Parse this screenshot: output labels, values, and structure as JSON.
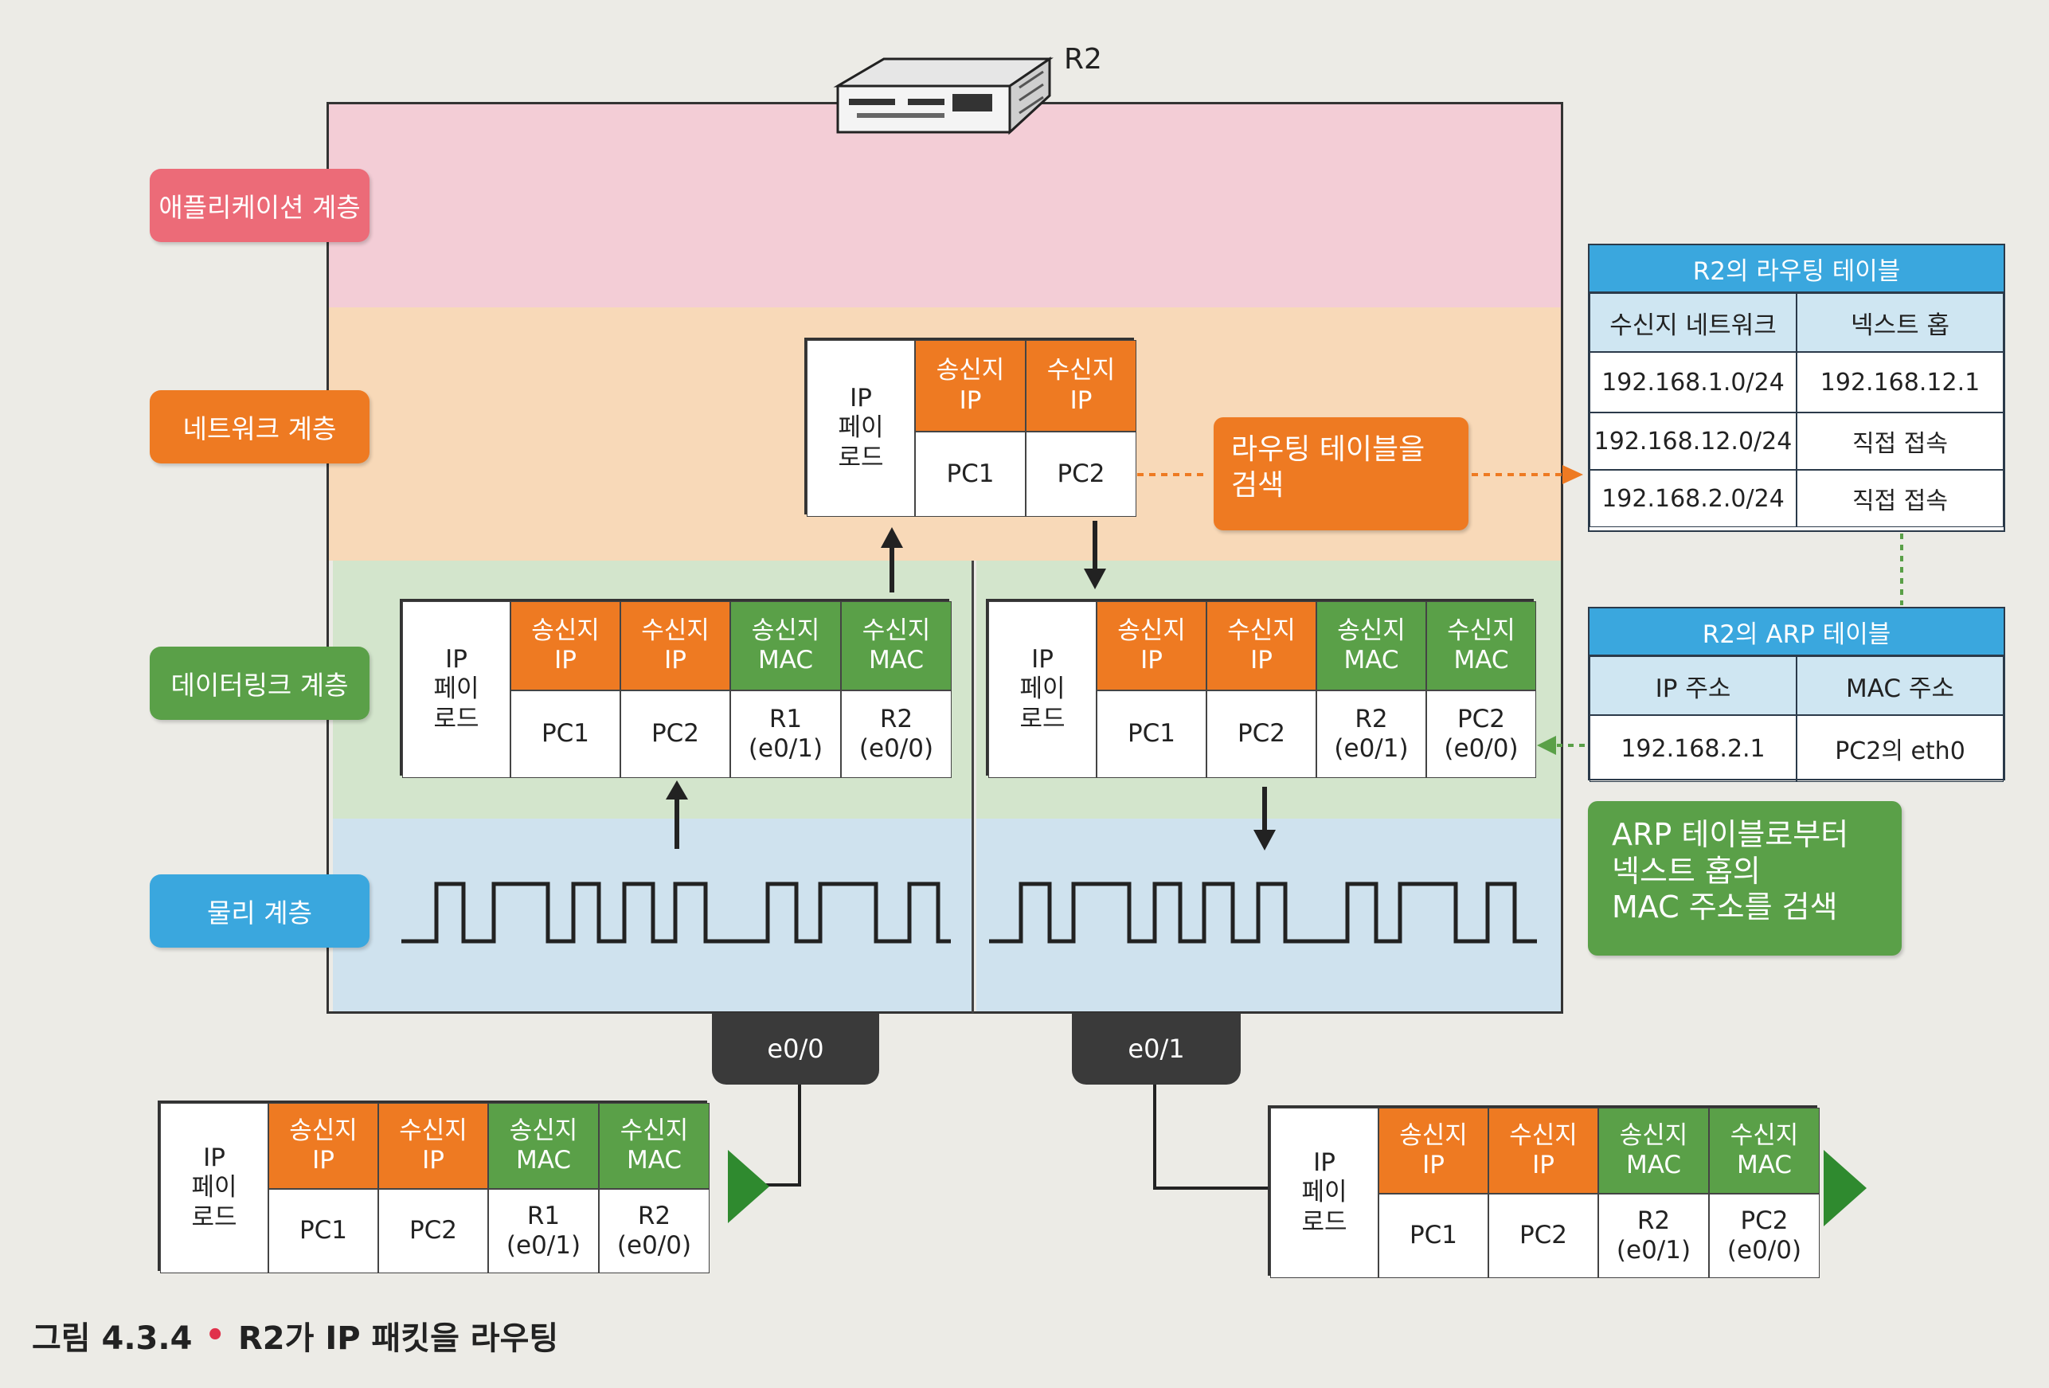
{
  "router": {
    "name": "R2"
  },
  "layers": {
    "application": "애플리케이션 계층",
    "network": "네트워크 계층",
    "datalink": "데이터링크 계층",
    "physical": "물리 계층"
  },
  "packet_headers": {
    "payload": "IP\n페이\n로드",
    "src_ip": "송신지\nIP",
    "dst_ip": "수신지\nIP",
    "src_mac": "송신지\nMAC",
    "dst_mac": "수신지\nMAC"
  },
  "network_packet": {
    "src_ip": "PC1",
    "dst_ip": "PC2"
  },
  "incoming_frame": {
    "src_ip": "PC1",
    "dst_ip": "PC2",
    "src_mac": "R1\n(e0/1)",
    "dst_mac": "R2\n(e0/0)"
  },
  "outgoing_frame": {
    "src_ip": "PC1",
    "dst_ip": "PC2",
    "src_mac": "R2\n(e0/1)",
    "dst_mac": "PC2\n(e0/0)"
  },
  "interfaces": {
    "left": "e0/0",
    "right": "e0/1"
  },
  "callouts": {
    "routing_search": "라우팅 테이블을\n검색",
    "arp_search": "ARP 테이블로부터\n넥스트 홉의\nMAC 주소를 검색"
  },
  "routing_table": {
    "title": "R2의 라우팅 테이블",
    "headers": [
      "수신지 네트워크",
      "넥스트 홉"
    ],
    "rows": [
      [
        "192.168.1.0/24",
        "192.168.12.1"
      ],
      [
        "192.168.12.0/24",
        "직접 접속"
      ],
      [
        "192.168.2.0/24",
        "직접 접속"
      ]
    ]
  },
  "arp_table": {
    "title": "R2의 ARP 테이블",
    "headers": [
      "IP 주소",
      "MAC 주소"
    ],
    "rows": [
      [
        "192.168.2.1",
        "PC2의 eth0"
      ]
    ]
  },
  "caption": {
    "number": "그림 4.3.4",
    "bullet": "•",
    "text": "R2가 IP 패킷을 라우팅"
  },
  "colors": {
    "application": "#f3cdd6",
    "network": "#f8d9b8",
    "datalink": "#d3e5cc",
    "physical": "#cfe2ee",
    "orange": "#ee7a22",
    "green": "#5aa048",
    "blue": "#3aa7de",
    "red_label": "#ec6b78"
  }
}
